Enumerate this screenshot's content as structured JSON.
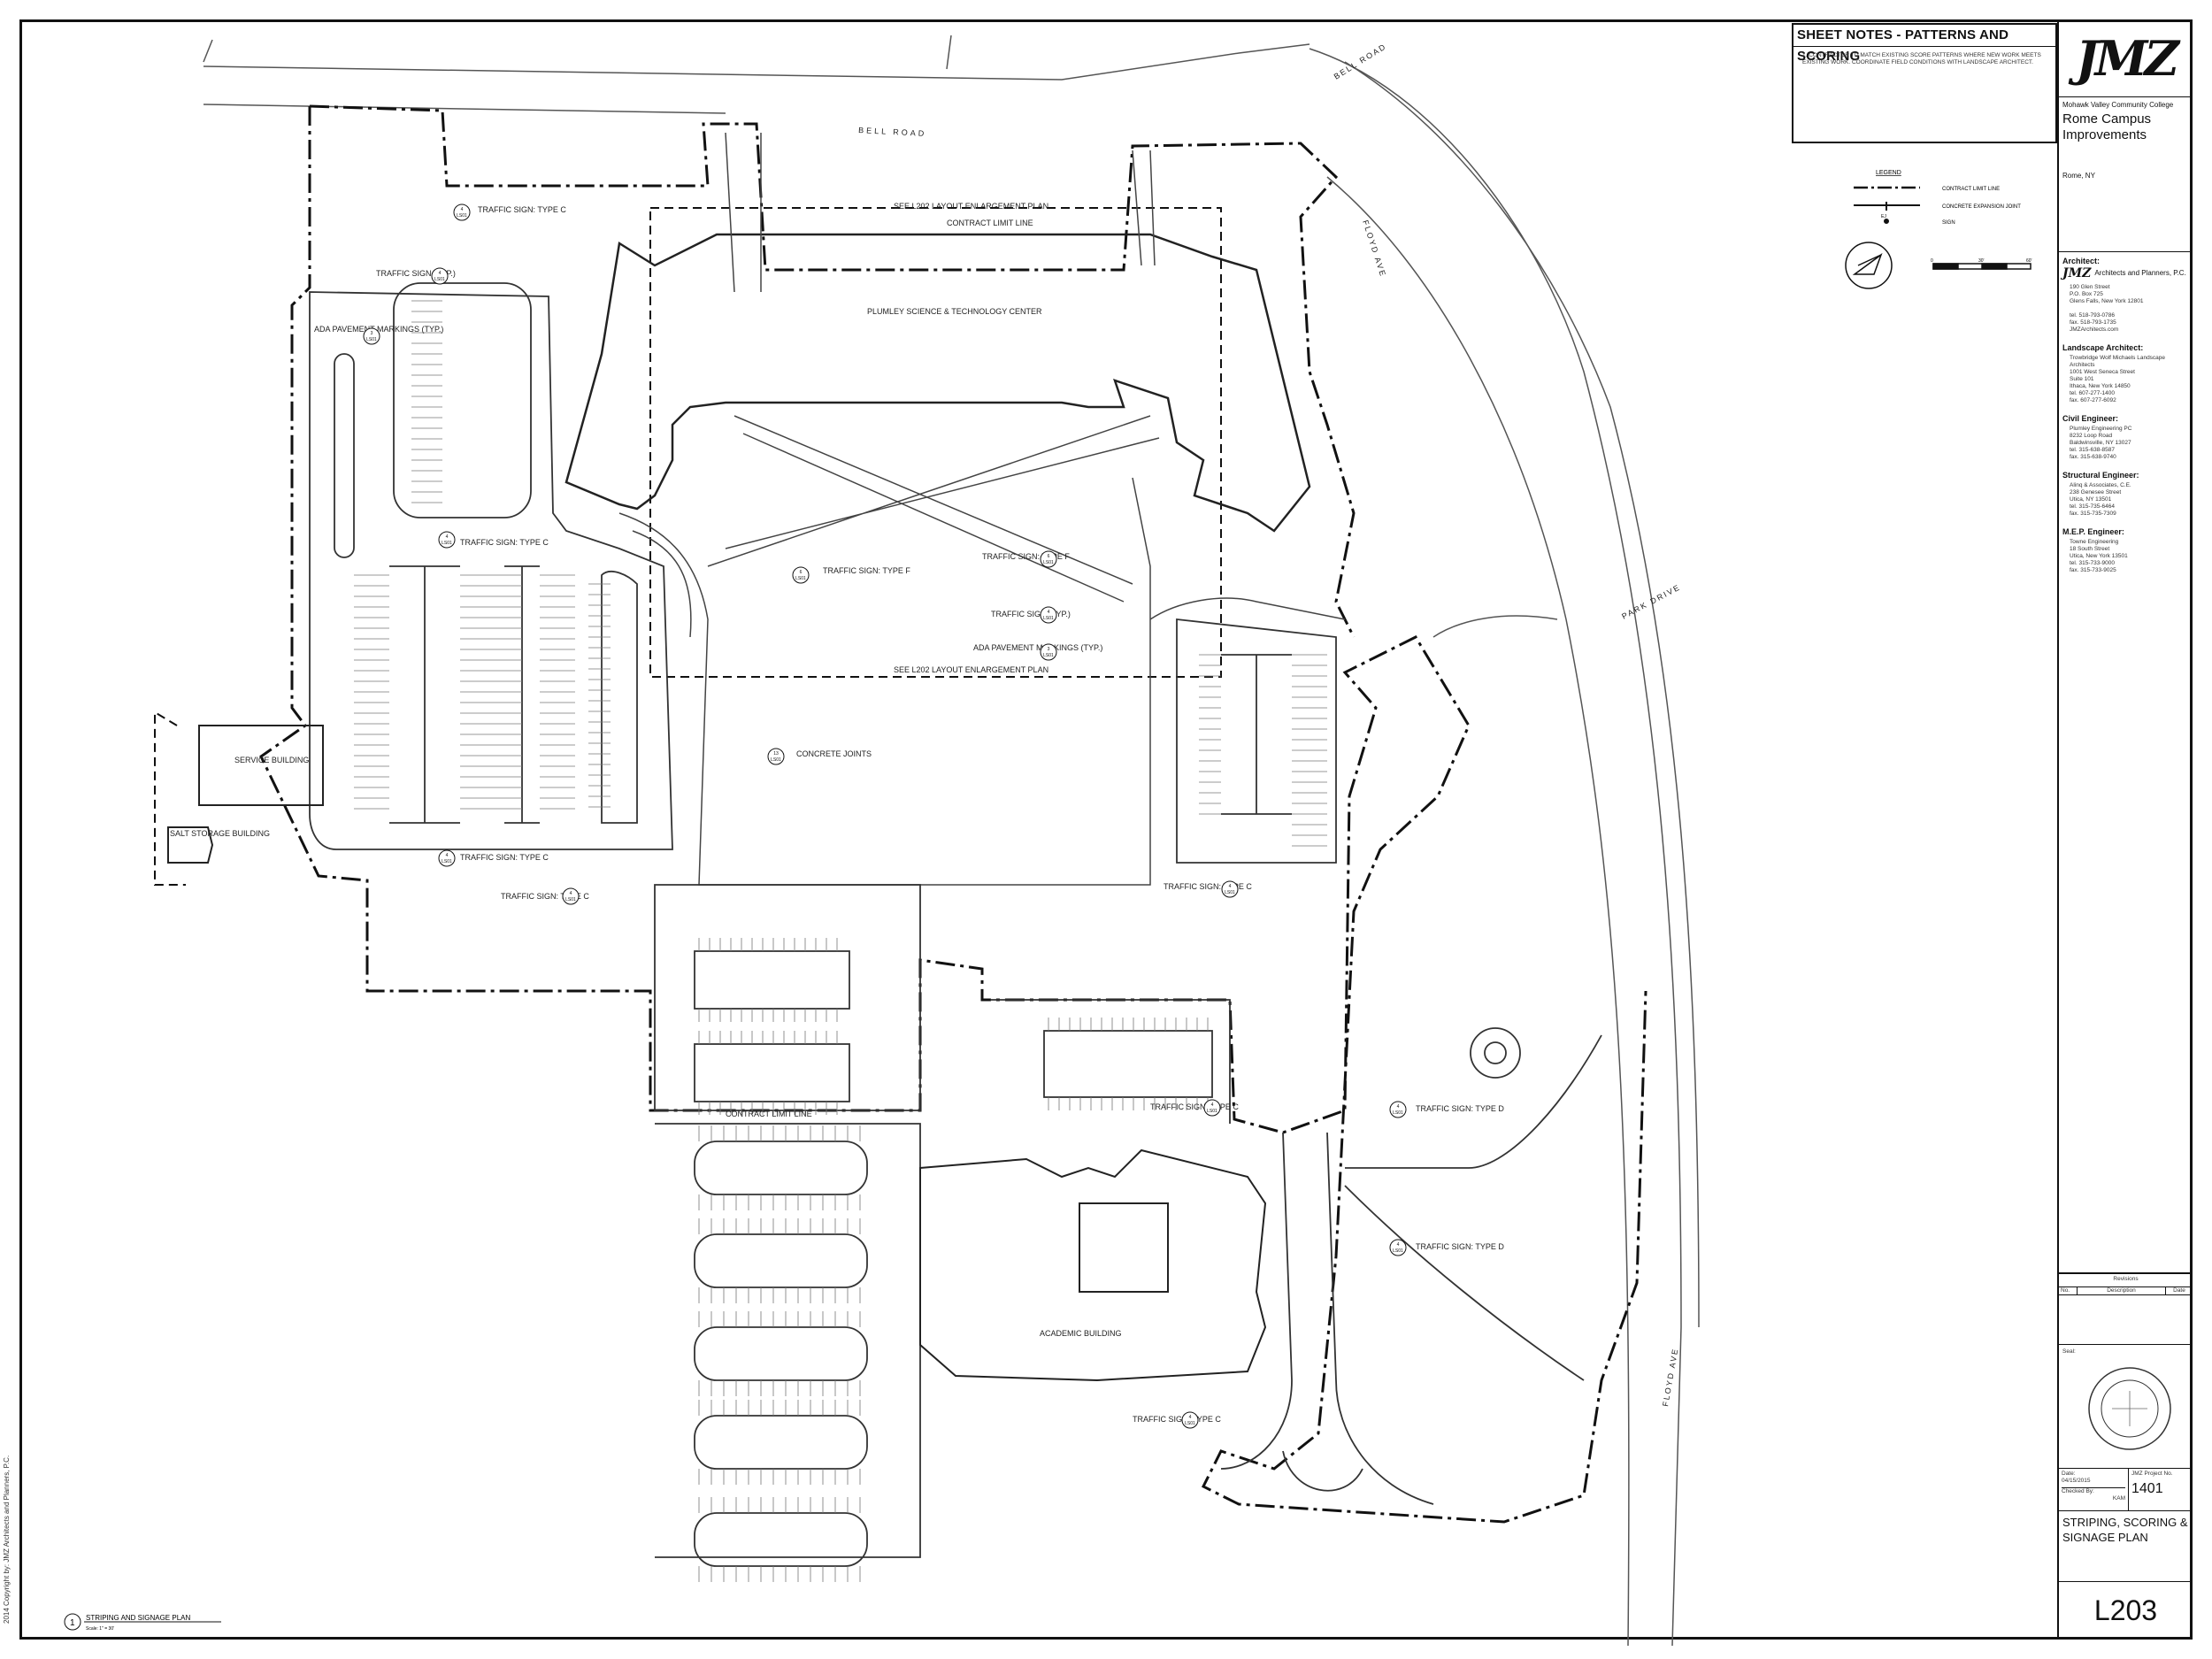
{
  "sheet_notes": {
    "title": "SHEET NOTES - PATTERNS AND SCORING",
    "note_number": "1.",
    "note_text": "CONTRACTOR TO MATCH EXISTING SCORE PATTERNS WHERE NEW WORK MEETS EXISTING WORK. COORDINATE FIELD CONDITIONS WITH LANDSCAPE ARCHITECT."
  },
  "legend": {
    "title": "LEGEND",
    "items": [
      "CONTRACT LIMIT LINE",
      "CONCRETE EXPANSION JOINT",
      "SIGN"
    ],
    "ej_symbol": "EJ",
    "scale_marks": [
      "0",
      "30'",
      "60'"
    ]
  },
  "title_block": {
    "logo": "JMZ",
    "client": "Mohawk Valley Community College",
    "project": "Rome Campus Improvements",
    "location": "Rome, NY",
    "architect_heading": "Architect:",
    "architect_name": "Architects and Planners, P.C.",
    "architect_addr": "190 Glen Street\nP.O. Box 725\nGlens Falls, New York 12801\n\ntel. 518-793-0786\nfax. 518-793-1735\nJMZArchitects.com",
    "landscape_heading": "Landscape Architect:",
    "landscape_addr": "Trowbridge Wolf Michaels Landscape Architects\n1001 West Seneca Street\nSuite 101\nIthaca, New York 14850\ntel. 607-277-1400\nfax. 607-277-6092",
    "civil_heading": "Civil Engineer:",
    "civil_addr": "Plumley Engineering PC\n8232 Loop Road\nBaldwinsville, NY 13027\ntel. 315-638-8587\nfax. 315-638-9740",
    "structural_heading": "Structural Engineer:",
    "structural_addr": "Alinq & Associates, C.E.\n238 Genesee Street\nUtica, NY 13501\ntel. 315-735-6464\nfax. 315-735-7309",
    "mep_heading": "M.E.P. Engineer:",
    "mep_addr": "Towne Engineering\n18 South Street\nUtica, New York 13501\ntel. 315-733-9000\nfax. 315-733-9025",
    "revisions_heading": "Revisions",
    "rev_cols": [
      "No.",
      "Description",
      "Date"
    ],
    "seal_heading": "Seal:",
    "date_label": "Date:",
    "date_value": "04/15/2015",
    "project_no_label": "JMZ Project No.",
    "project_no": "1401",
    "checked_label": "Checked By:",
    "checked_value": "KAM",
    "sheet_title": "STRIPING, SCORING & SIGNAGE PLAN",
    "sheet_number": "L203"
  },
  "drawing": {
    "number": "1",
    "title": "STRIPING AND SIGNAGE PLAN",
    "scale": "Scale: 1\" = 30'",
    "copyright": "2014 Copyright by: JMZ Architects and Planners, P.C."
  },
  "labels": {
    "bell_road": "BELL ROAD",
    "bell_road_2": "BELL ROAD",
    "floyd_ave": "FLOYD AVE",
    "floyd_ave_2": "FLOYD AVE",
    "park_drive": "PARK DRIVE",
    "plumley": "PLUMLEY SCIENCE & TECHNOLOGY CENTER",
    "service_building": "SERVICE BUILDING",
    "salt_storage": "SALT STORAGE BUILDING",
    "academic_building": "ACADEMIC BUILDING",
    "see_l202_top": "SEE L202 LAYOUT ENLARGEMENT PLAN",
    "see_l202_mid": "SEE L202 LAYOUT ENLARGEMENT PLAN",
    "contract_limit": "CONTRACT LIMIT LINE",
    "contract_limit_2": "CONTRACT LIMIT LINE",
    "traffic_sign_c": "TRAFFIC SIGN: TYPE C",
    "traffic_sign_typ": "TRAFFIC SIGN (TYP.)",
    "traffic_sign_f": "TRAFFIC SIGN: TYPE F",
    "traffic_sign_d": "TRAFFIC SIGN: TYPE D",
    "ada_markings": "ADA PAVEMENT MARKINGS (TYP.)",
    "concrete_joints": "CONCRETE JOINTS",
    "ref_sheet": "LS01",
    "ref_4": "4",
    "ref_3": "3",
    "ref_6": "6",
    "ref_13": "13"
  }
}
